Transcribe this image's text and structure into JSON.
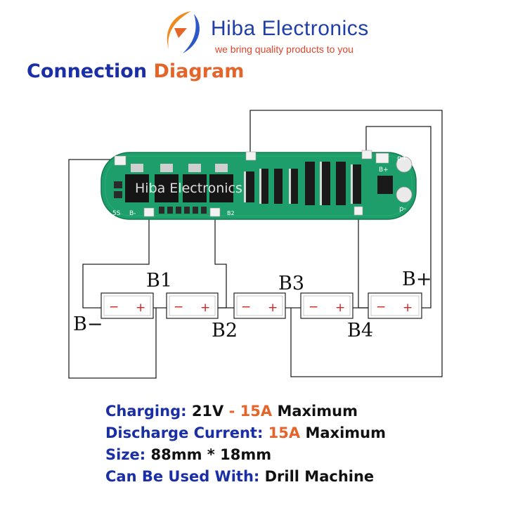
{
  "brand": {
    "name": "Hiba Electronics",
    "tagline": "we bring quality products to you",
    "colors": {
      "blue": "#1f3fa8",
      "orange": "#e4642a",
      "board": "#1e9e6a"
    }
  },
  "title": {
    "word1": "Connection",
    "word2": "Diagram"
  },
  "board": {
    "silkscreen": "Hiba Electronics",
    "pad_labels": {
      "p_plus": "p+",
      "p_minus": "p-",
      "b_plus": "B+",
      "b_minus": "B-",
      "cells": "5S",
      "b2": "B2"
    }
  },
  "diagram": {
    "battery_labels": {
      "b1": "B1",
      "b2": "B2",
      "b3": "B3",
      "b4": "B4",
      "b_plus": "B+",
      "b_minus": "B−"
    },
    "cell_minus": "−",
    "cell_plus": "+"
  },
  "specs": {
    "charging_label": "Charging:",
    "charging_voltage": "21V",
    "charging_sep": "-",
    "charging_current": "15A",
    "charging_suffix": "Maximum",
    "discharge_label": "Discharge Current:",
    "discharge_current": "15A",
    "discharge_suffix": "Maximum",
    "size_label": "Size:",
    "size_value": "88mm * 18mm",
    "usage_label": "Can Be Used With:",
    "usage_value": "Drill Machine"
  }
}
